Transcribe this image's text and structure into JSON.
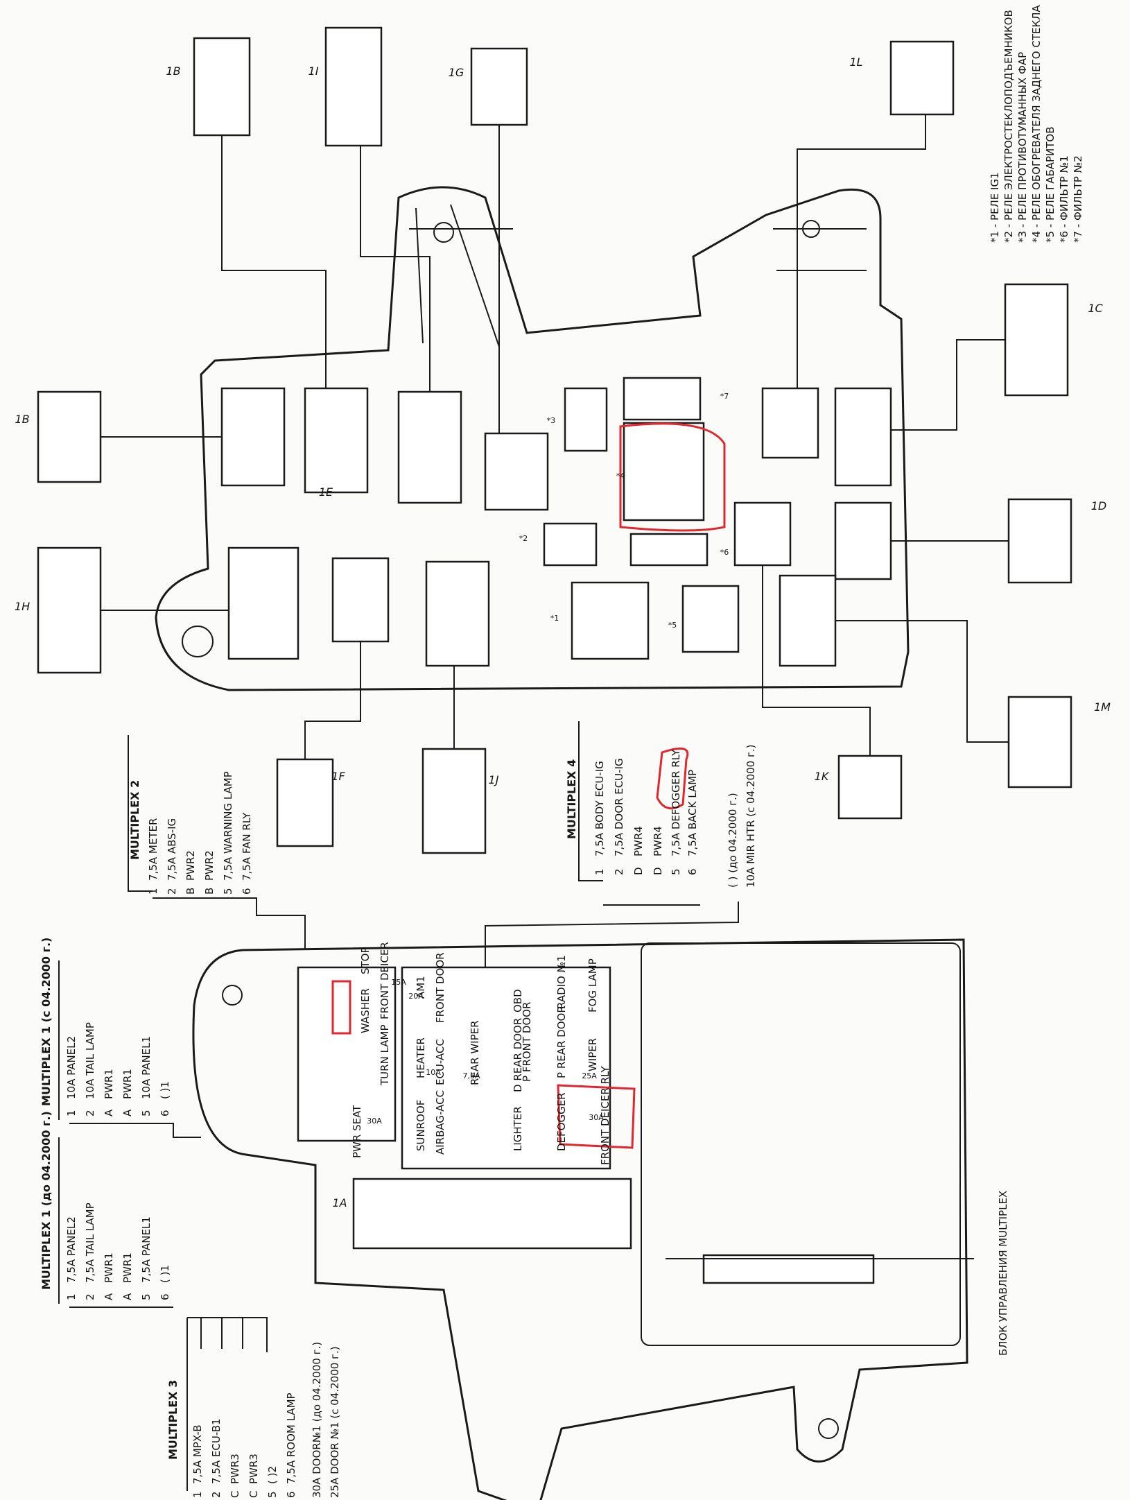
{
  "relay_legend": {
    "items": [
      "*1 - РЕЛЕ IG1",
      "*2 - РЕЛЕ ЭЛЕКТРОСТЕКЛОПОДЪЕМНИКОВ",
      "*3 - РЕЛЕ ПРОТИВОТУМАННЫХ ФАР",
      "*4 - РЕЛЕ ОБОГРЕВАТЕЛЯ ЗАДНЕГО СТЕКЛА",
      "*5 - РЕЛЕ ГАБАРИТОВ",
      "*6 - ФИЛЬТР №1",
      "*7 - ФИЛЬТР №2"
    ]
  },
  "multiplex2": {
    "title": "MULTIPLEX 2",
    "rows": [
      {
        "pin": "1",
        "text": "7,5A METER"
      },
      {
        "pin": "2",
        "text": "7,5A ABS-IG"
      },
      {
        "pin": "B",
        "text": "PWR2"
      },
      {
        "pin": "B",
        "text": "PWR2"
      },
      {
        "pin": "5",
        "text": "7,5A WARNING LAMP"
      },
      {
        "pin": "6",
        "text": "7,5A FAN RLY"
      }
    ]
  },
  "multiplex4": {
    "title": "MULTIPLEX 4",
    "rows": [
      {
        "pin": "1",
        "text": "7,5A BODY ECU-IG"
      },
      {
        "pin": "2",
        "text": "7,5A DOOR ECU-IG"
      },
      {
        "pin": "D",
        "text": "PWR4"
      },
      {
        "pin": "D",
        "text": "PWR4"
      },
      {
        "pin": "5",
        "text": "7,5A DEFOGGER RLY"
      },
      {
        "pin": "6",
        "text": "7,5A BACK LAMP"
      }
    ],
    "extra": [
      "( ) (до 04.2000 г.)",
      "10A MIR HTR (с 04.2000 г.)"
    ]
  },
  "multiplex1_new": {
    "title": "MULTIPLEX 1 (с 04.2000 г.)",
    "rows": [
      {
        "pin": "1",
        "text": "10A PANEL2"
      },
      {
        "pin": "2",
        "text": "10A TAIL LAMP"
      },
      {
        "pin": "A",
        "text": "PWR1"
      },
      {
        "pin": "A",
        "text": "PWR1"
      },
      {
        "pin": "5",
        "text": "10A PANEL1"
      },
      {
        "pin": "6",
        "text": "( )1"
      }
    ]
  },
  "multiplex1_old": {
    "title": "MULTIPLEX 1 (до 04.2000 г.)",
    "rows": [
      {
        "pin": "1",
        "text": "7,5A PANEL2"
      },
      {
        "pin": "2",
        "text": "7,5A TAIL LAMP"
      },
      {
        "pin": "A",
        "text": "PWR1"
      },
      {
        "pin": "A",
        "text": "PWR1"
      },
      {
        "pin": "5",
        "text": "7,5A PANEL1"
      },
      {
        "pin": "6",
        "text": "( )1"
      }
    ]
  },
  "multiplex3": {
    "title": "MULTIPLEX 3",
    "rows": [
      {
        "pin": "1",
        "text": "7,5A MPX-B"
      },
      {
        "pin": "2",
        "text": "7,5A ECU-B1"
      },
      {
        "pin": "C",
        "text": "PWR3"
      },
      {
        "pin": "C",
        "text": "PWR3"
      },
      {
        "pin": "5",
        "text": "( )2"
      },
      {
        "pin": "6",
        "text": "7,5A ROOM LAMP"
      }
    ],
    "extra": [
      "30A DOOR№1 (до 04.2000 г.)",
      "25A DOOR №1 (с 04.2000 г.)"
    ]
  },
  "multiplex_unit_label": "БЛОК УПРАВЛЕНИЯ MULTIPLEX",
  "fuse_labels": [
    "PWR SEAT",
    "WASHER",
    "STOP",
    "TURN LAMP",
    "FRONT DEICER",
    "HEATER",
    "AM1",
    "SUNROOF",
    "AIRBAG-ACC",
    "ECU-ACC",
    "FRONT DOOR",
    "REAR WIPER",
    "LIGHTER",
    "D REAR DOOR",
    "OBD",
    "P FRONT DOOR",
    "DEFOGGER",
    "P REAR DOOR",
    "RADIO №1",
    "WIPER",
    "FOG LAMP",
    "FRONT DEICER RLY"
  ],
  "fuse_values": [
    "30A",
    "15A",
    "20A",
    "10A",
    "7,5A",
    "25A"
  ],
  "connectors": [
    "1B",
    "1I",
    "1G",
    "1L",
    "1C",
    "1D",
    "1M",
    "1K",
    "1F",
    "1J",
    "1H",
    "1E",
    "1A"
  ],
  "relay_marks": [
    "*1",
    "*2",
    "*3",
    "*4",
    "*5",
    "*6",
    "*7"
  ],
  "colors": {
    "line": "#1a1a1a",
    "highlight": "#e0262e",
    "paper": "#fbfbfa"
  }
}
